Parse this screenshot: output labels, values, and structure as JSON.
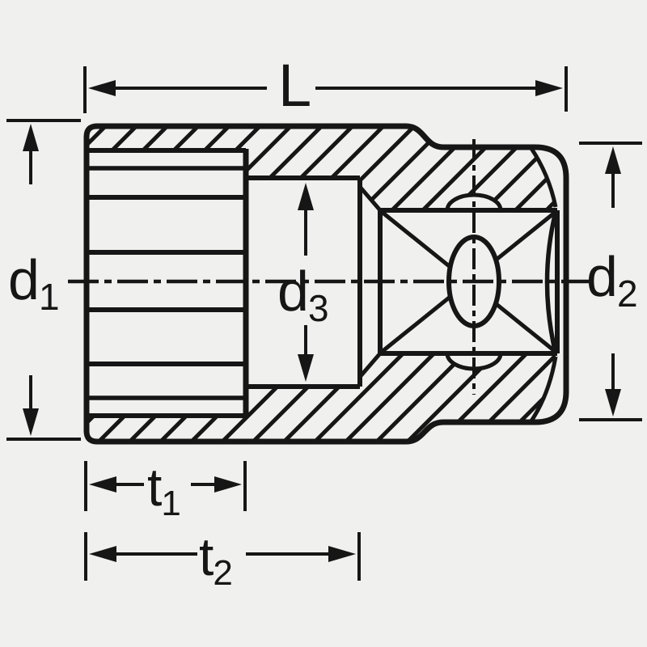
{
  "drawing": {
    "title": "socket-cross-section-technical-drawing",
    "background_color": "#f0f0ee",
    "line_color": "#161616",
    "labels": {
      "length": {
        "main": "L",
        "sub": ""
      },
      "d1": {
        "main": "d",
        "sub": "1"
      },
      "d2": {
        "main": "d",
        "sub": "2"
      },
      "d3": {
        "main": "d",
        "sub": "3"
      },
      "t1": {
        "main": "t",
        "sub": "1"
      },
      "t2": {
        "main": "t",
        "sub": "2"
      }
    },
    "icon_names": [
      "dimension-arrow-left-icon",
      "dimension-arrow-right-icon",
      "dimension-arrow-up-icon",
      "dimension-arrow-down-icon"
    ]
  }
}
